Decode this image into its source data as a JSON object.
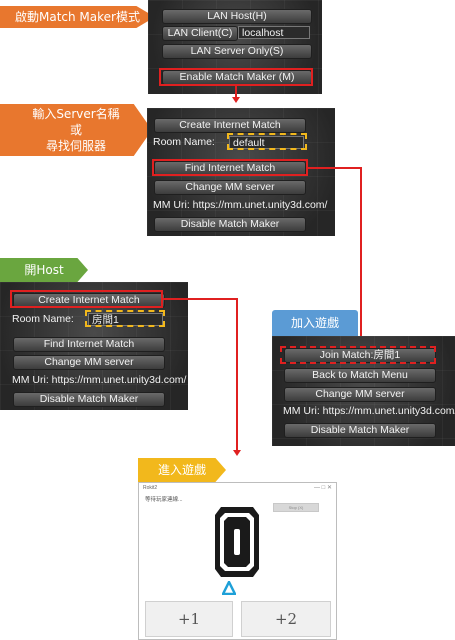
{
  "labels": {
    "start_mm": "啟動Match Maker模式",
    "enter_server_1": "輸入Server名稱",
    "enter_server_2": "或",
    "enter_server_3": "尋找伺服器",
    "open_host": "開Host",
    "join_game": "加入遊戲",
    "enter_game": "進入遊戲"
  },
  "panel1": {
    "lan_host": "LAN Host(H)",
    "lan_client": "LAN Client(C)",
    "lan_client_value": "localhost",
    "lan_server_only": "LAN Server Only(S)",
    "enable_match_maker": "Enable Match Maker (M)"
  },
  "panel2": {
    "create_internet_match": "Create Internet Match",
    "room_name_label": "Room Name:",
    "room_name_value": "default",
    "find_internet_match": "Find Internet Match",
    "change_mm_server": "Change MM server",
    "mm_uri": "MM Uri: https://mm.unet.unity3d.com/",
    "disable_match_maker": "Disable Match Maker"
  },
  "panel3": {
    "create_internet_match": "Create Internet Match",
    "room_name_label": "Room Name:",
    "room_name_value": "房間1",
    "find_internet_match": "Find Internet Match",
    "change_mm_server": "Change MM server",
    "mm_uri": "MM Uri: https://mm.unet.unity3d.com/",
    "disable_match_maker": "Disable Match Maker"
  },
  "panel4": {
    "join_match": "Join Match:房間1",
    "back_to_match_menu": "Back to Match Menu",
    "change_mm_server": "Change MM server",
    "mm_uri": "MM Uri: https://mm.unet.unity3d.com/",
    "disable_match_maker": "Disable Match Maker"
  },
  "game_window": {
    "title": "Rokit2",
    "status": "等待玩家連線...",
    "controls": "—  □  ✕",
    "ghost_button": "Stop (X)",
    "score": "0",
    "plus1": "+1",
    "plus2": "+2"
  },
  "colors": {
    "orange": "#e8772e",
    "green": "#6aa63f",
    "blue": "#5b9bd5",
    "yellow": "#f2b81c",
    "red": "#e02020",
    "triangle": "#1ea0d8"
  }
}
